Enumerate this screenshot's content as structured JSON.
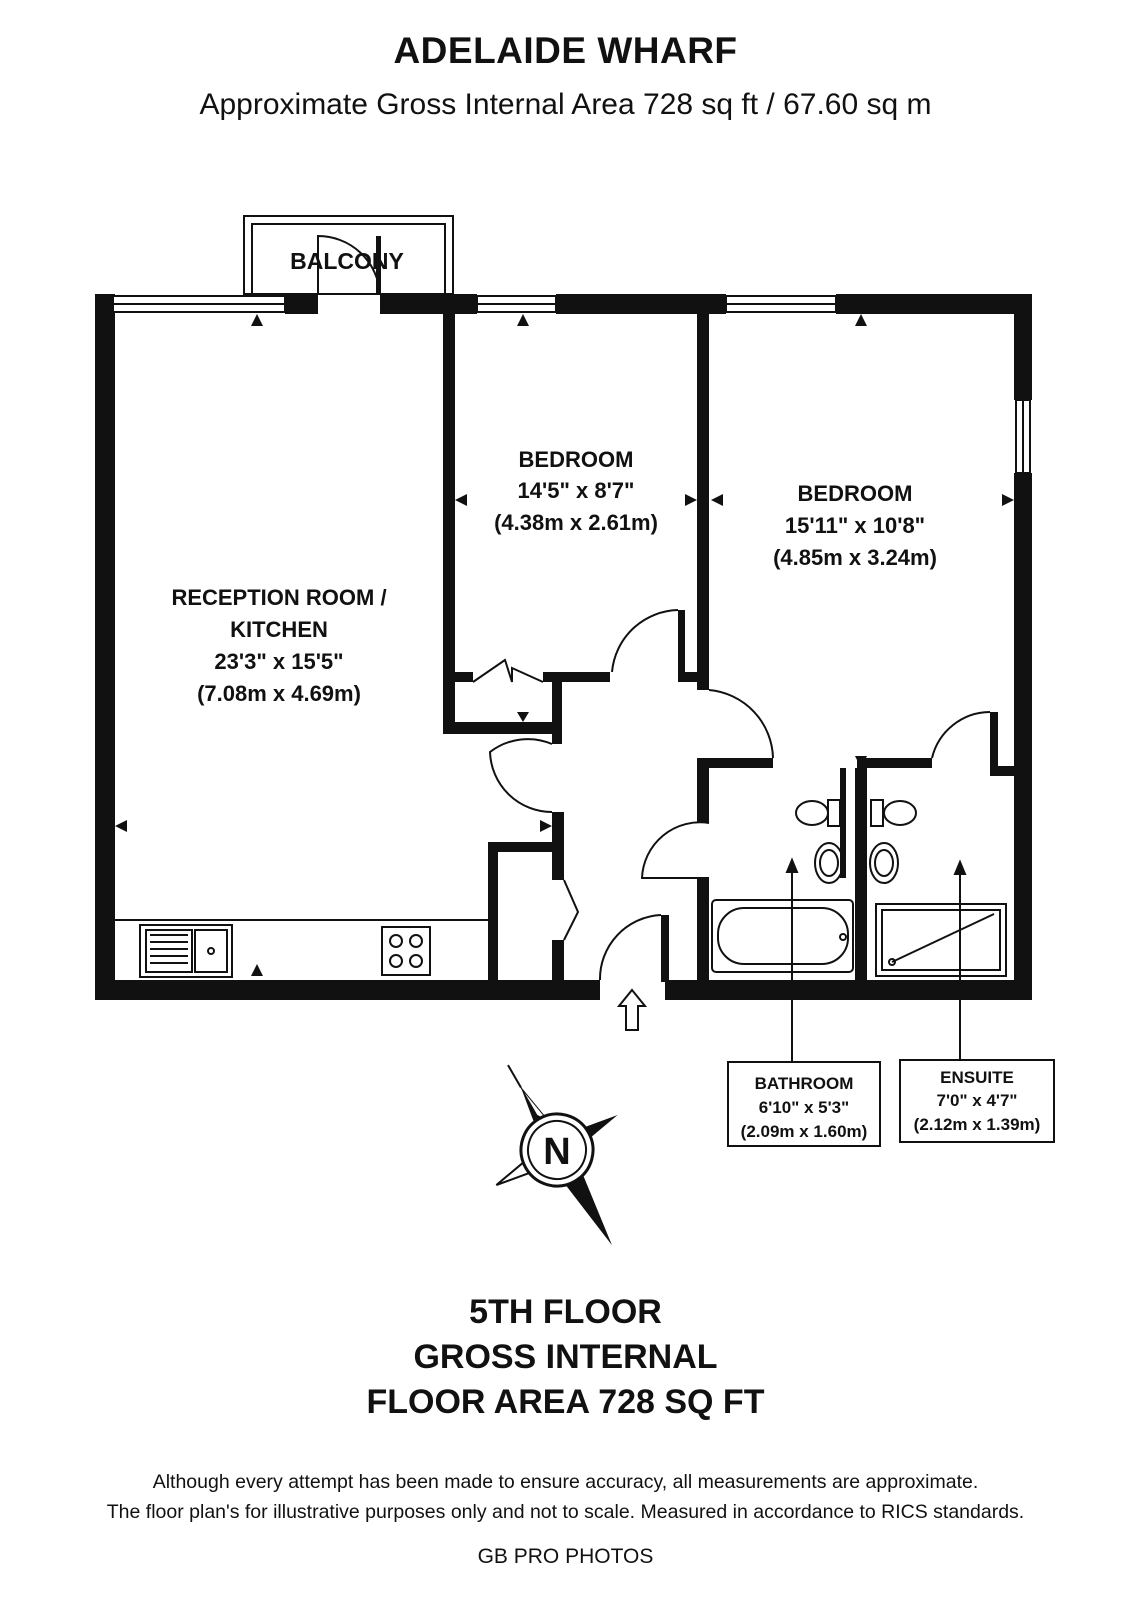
{
  "header": {
    "title": "ADELAIDE WHARF",
    "subtitle": "Approximate Gross Internal Area 728 sq ft /  67.60 sq m"
  },
  "rooms": {
    "balcony": {
      "name": "BALCONY"
    },
    "bedroom1": {
      "name": "BEDROOM",
      "size_imperial": "14'5\" x 8'7\"",
      "size_metric": "(4.38m x 2.61m)"
    },
    "bedroom2": {
      "name": "BEDROOM",
      "size_imperial": "15'11\" x 10'8\"",
      "size_metric": "(4.85m x 3.24m)"
    },
    "reception": {
      "name_line1": "RECEPTION ROOM /",
      "name_line2": "KITCHEN",
      "size_imperial": "23'3\" x 15'5\"",
      "size_metric": "(7.08m x 4.69m)"
    },
    "bathroom": {
      "name": "BATHROOM",
      "size_imperial": "6'10\" x 5'3\"",
      "size_metric": "(2.09m x 1.60m)"
    },
    "ensuite": {
      "name": "ENSUITE",
      "size_imperial": "7'0\" x 4'7\"",
      "size_metric": "(2.12m x 1.39m)"
    }
  },
  "compass": {
    "label": "N",
    "icon": "north-compass-icon"
  },
  "entrance": {
    "icon": "entrance-arrow-icon"
  },
  "floor": {
    "line1": "5TH FLOOR",
    "line2": "GROSS INTERNAL",
    "line3": "FLOOR AREA 728 SQ FT"
  },
  "footer": {
    "disclaimer_line1": "Although every attempt has been made to ensure accuracy, all measurements are approximate.",
    "disclaimer_line2": "The floor plan's for illustrative purposes only and not to scale. Measured in accordance to RICS standards.",
    "company": "GB PRO PHOTOS"
  }
}
